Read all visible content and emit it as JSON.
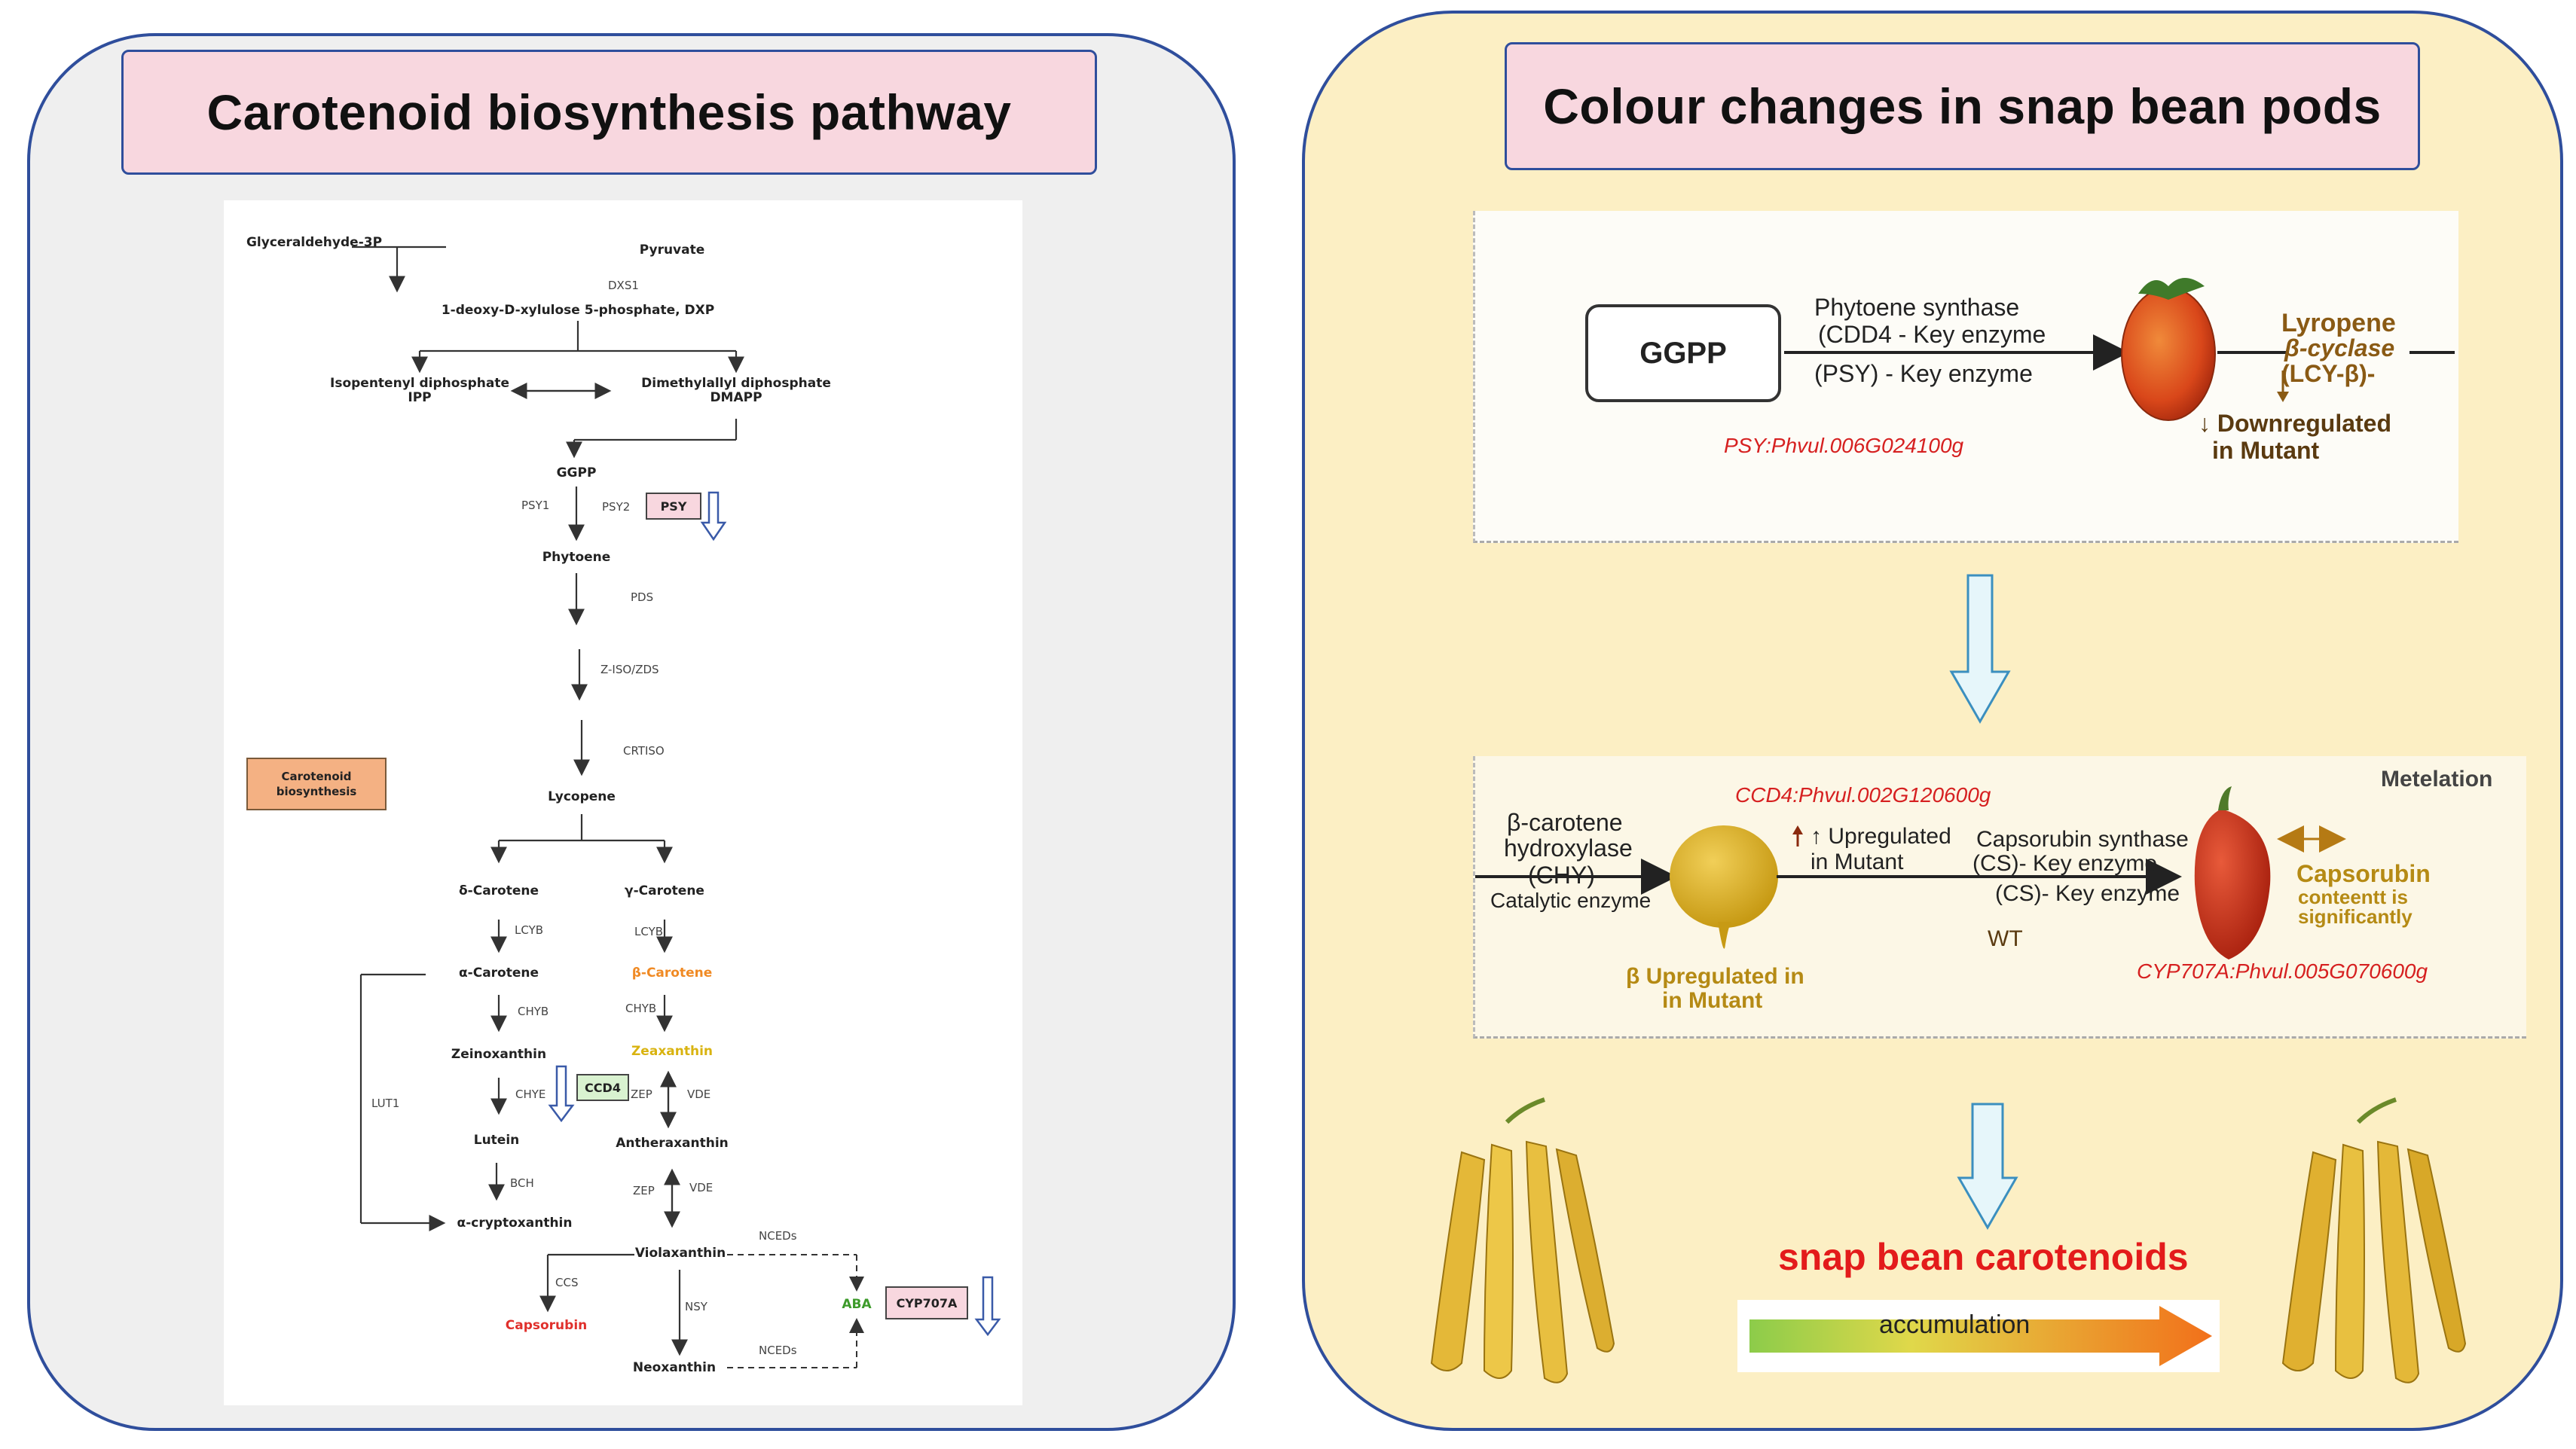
{
  "left_panel": {
    "title": "Carotenoid biosynthesis pathway",
    "legend_box": "Carotenoid biosynthesis",
    "compounds": {
      "g3p": "Glyceraldehyde-3P",
      "pyruvate": "Pyruvate",
      "dxp": "1-deoxy-D-xylulose 5-phosphate, DXP",
      "ipp": "Isopentenyl diphosphate\nIPP",
      "dmapp": "Dimethylallyl diphosphate\nDMAPP",
      "ggpp": "GGPP",
      "phytoene": "Phytoene",
      "lycopene": "Lycopene",
      "delta_carotene": "δ-Carotene",
      "gamma_carotene": "γ-Carotene",
      "alpha_carotene": "α-Carotene",
      "beta_carotene": "β-Carotene",
      "zeinoxanthin": "Zeinoxanthin",
      "zeaxanthin": "Zeaxanthin",
      "lutein": "Lutein",
      "antheraxanthin": "Antheraxanthin",
      "alpha_cryptoxanthin": "α-cryptoxanthin",
      "violaxanthin": "Violaxanthin",
      "capsorubin": "Capsorubin",
      "aba": "ABA",
      "neoxanthin": "Neoxanthin"
    },
    "enzymes": {
      "dxs1": "DXS1",
      "psy1": "PSY1",
      "psy2": "PSY2",
      "pds": "PDS",
      "ziso": "Z-ISO/ZDS",
      "crtiso": "CRTISO",
      "lcyb1": "LCYB",
      "lcyb2": "LCYB",
      "chyb1": "CHYB",
      "chyb2": "CHYB",
      "chye": "CHYE",
      "zep1": "ZEP",
      "vde1": "VDE",
      "zep2": "ZEP",
      "vde2": "VDE",
      "bch": "BCH",
      "lut1": "LUT1",
      "nced1": "NCEDs",
      "nced2": "NCEDs",
      "ccs": "CCS",
      "nsy": "NSY"
    },
    "highlight_boxes": {
      "psy": "PSY",
      "ccd4": "CCD4",
      "cyp707a": "CYP707A"
    },
    "colors": {
      "beta_carotene": "#f08a24",
      "zeaxanthin": "#d9b310",
      "capsorubin": "#e0302c",
      "aba": "#3c9a2a"
    }
  },
  "right_panel": {
    "title": "Colour changes in snap bean pods",
    "top_schematic": {
      "ggpp": "GGPP",
      "enzyme_line1": "Phytoene synthase",
      "enzyme_line2": "(CDD4 - Key enzyme",
      "enzyme_line3": "(PSY) - Key enzyme",
      "gene_id": "PSY:Phvul.006G024100g",
      "lcy_line1": "Lyropene",
      "lcy_line2": "β-cyclase",
      "lcy_line3": "(LCY-β)-",
      "down_label_1": "↓ Downregulated",
      "down_label_2": "in Mutant"
    },
    "bottom_schematic": {
      "tag": "Metelation",
      "chy_line1": "β-carotene",
      "chy_line2": "hydroxylase",
      "chy_line3": "(CHY)",
      "chy_line4": "Catalytic enzyme",
      "ccd4_gene": "CCD4:Phvul.002G120600g",
      "up_label_1": "↑ Upregulated",
      "up_label_2": "in Mutant",
      "cs_line1": "Capsorubin synthase",
      "cs_line2": "(CS)- Key enzyme",
      "cs_line3": "(CS)- Key enzyme",
      "beta_up_1": "β  Upregulated in",
      "beta_up_2": "in Mutant",
      "wt": "WT",
      "capsorubin_1": "Capsorubin",
      "capsorubin_2": "conteentt is",
      "capsorubin_3": "significantly",
      "cyp_gene": "CYP707A:Phvul.005G070600g"
    },
    "result_label": "snap bean carotenoids",
    "accumulation_label": "accumulation"
  }
}
